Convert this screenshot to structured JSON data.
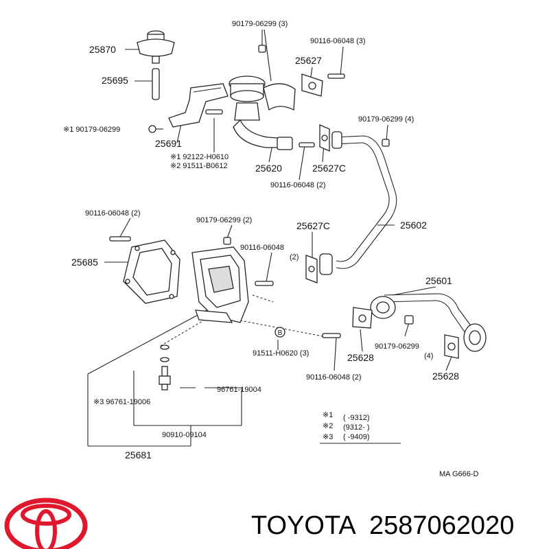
{
  "diagram": {
    "code": "MA G666-D",
    "labels": {
      "p25870": "25870",
      "p25695": "25695",
      "p25691": "25691",
      "pA90179": "※1 90179-06299",
      "p92122": "※1 92122-H0610",
      "p91511b": "※2 91511-B0612",
      "p90179_3": "90179-06299 (3)",
      "p90116_3": "90116-06048 (3)",
      "p25627": "25627",
      "p25620": "25620",
      "p25627c_a": "25627C",
      "p90116_2a": "90116-06048 (2)",
      "p90179_4": "90179-06299 (4)",
      "p25602": "25602",
      "p90116_2b": "90116-06048 (2)",
      "p90179_2": "90179-06299 (2)",
      "p90116_c1": "90116-06048",
      "p90116_c2": "(2)",
      "p25627c_b": "25627C",
      "p25685": "25685",
      "p25601": "25601",
      "p91511h": "91511-H0620 (3)",
      "p90179_4b_1": "90179-06299",
      "p90179_4b_2": "(4)",
      "p25628a": "25628",
      "p25628b": "25628",
      "p90116_2c": "90116-06048 (2)",
      "p96761_3": "※3 96761-19006",
      "p96761": "96761-19004",
      "p90910": "90910-09104",
      "p25681": "25681",
      "b_badge": "B"
    },
    "notes": [
      {
        "mark": "※1",
        "range": "(      -9312)"
      },
      {
        "mark": "※2",
        "range": "(9312-      )"
      },
      {
        "mark": "※3",
        "range": "(      -9409)"
      }
    ]
  },
  "brand": {
    "name": "TOYOTA",
    "part_number": "2587062020",
    "logo_color": "#e0182d"
  }
}
